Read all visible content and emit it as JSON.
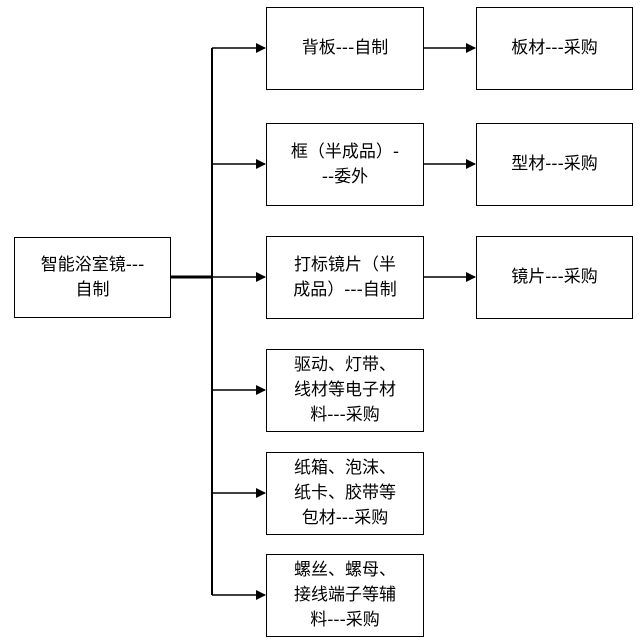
{
  "diagram": {
    "root": {
      "label": "智能浴室镜---\n自制"
    },
    "children": [
      {
        "label": "背板---自制",
        "child": {
          "label": "板材---采购"
        }
      },
      {
        "label": "框（半成品）-\n--委外",
        "child": {
          "label": "型材---采购"
        }
      },
      {
        "label": "打标镜片（半\n成品）---自制",
        "child": {
          "label": "镜片---采购"
        }
      },
      {
        "label": "驱动、灯带、\n线材等电子材\n料---采购"
      },
      {
        "label": "纸箱、泡沫、\n纸卡、胶带等\n包材---采购"
      },
      {
        "label": "螺丝、螺母、\n接线端子等辅\n料---采购"
      }
    ],
    "colors": {
      "line": "#000000",
      "box_border": "#000000",
      "background": "#ffffff"
    }
  }
}
